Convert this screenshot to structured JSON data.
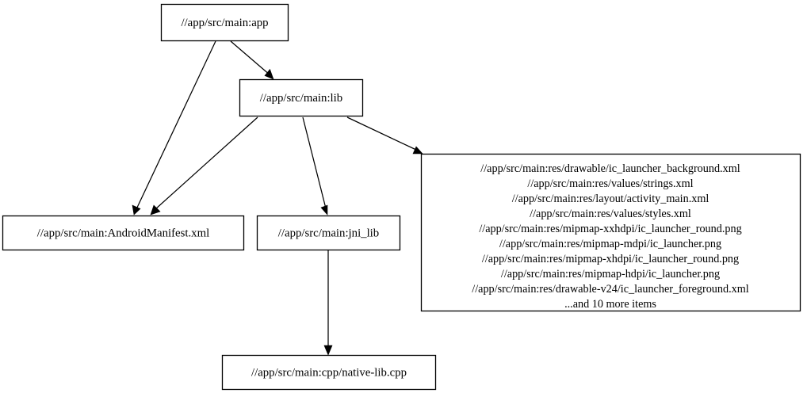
{
  "graph": {
    "type": "dependency-graph",
    "orientation": "top-to-bottom",
    "background_color": "#ffffff",
    "node_fill": "#ffffff",
    "node_stroke": "#000000",
    "edge_color": "#000000"
  },
  "nodes": {
    "app": {
      "label": "//app/src/main:app"
    },
    "lib": {
      "label": "//app/src/main:lib"
    },
    "manifest": {
      "label": "//app/src/main:AndroidManifest.xml"
    },
    "jni_lib": {
      "label": "//app/src/main:jni_lib"
    },
    "native_lib": {
      "label": "//app/src/main:cpp/native-lib.cpp"
    },
    "resources": {
      "lines": [
        "//app/src/main:res/drawable/ic_launcher_background.xml",
        "//app/src/main:res/values/strings.xml",
        "//app/src/main:res/layout/activity_main.xml",
        "//app/src/main:res/values/styles.xml",
        "//app/src/main:res/mipmap-xxhdpi/ic_launcher_round.png",
        "//app/src/main:res/mipmap-mdpi/ic_launcher.png",
        "//app/src/main:res/mipmap-xhdpi/ic_launcher_round.png",
        "//app/src/main:res/mipmap-hdpi/ic_launcher.png",
        "//app/src/main:res/drawable-v24/ic_launcher_foreground.xml",
        "...and 10 more items"
      ],
      "overflow_note": "...and 10 more items",
      "hidden_item_count": 10
    }
  },
  "edges": [
    {
      "from": "//app/src/main:app",
      "to": "//app/src/main:lib"
    },
    {
      "from": "//app/src/main:app",
      "to": "//app/src/main:AndroidManifest.xml"
    },
    {
      "from": "//app/src/main:lib",
      "to": "//app/src/main:AndroidManifest.xml"
    },
    {
      "from": "//app/src/main:lib",
      "to": "//app/src/main:jni_lib"
    },
    {
      "from": "//app/src/main:lib",
      "to": "//app/src/main:res/drawable/ic_launcher_background.xml"
    },
    {
      "from": "//app/src/main:jni_lib",
      "to": "//app/src/main:cpp/native-lib.cpp"
    }
  ]
}
